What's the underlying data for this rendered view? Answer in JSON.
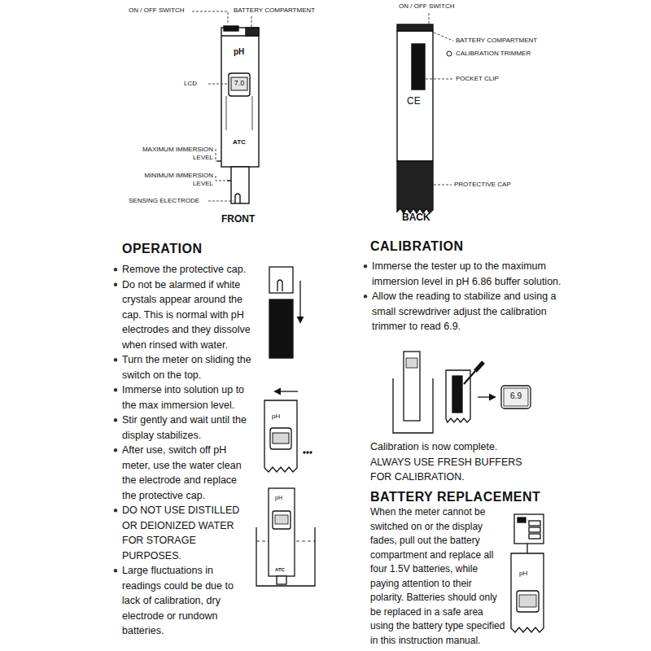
{
  "diagram": {
    "labels": [
      "ON / OFF SWITCH",
      "BATTERY COMPARTMENT",
      "pH",
      "LCD",
      "7.0",
      "ATC",
      "MAXIMUM IMMERSION LEVEL",
      "MINIMUM IMMERSION LEVEL",
      "SENSING ELECTRODE",
      "FRONT",
      "ON / OFF SWITCH",
      "BATTERY COMPARTMENT",
      "CALIBRATION TRIMMER",
      "POCKET CLIP",
      "CE",
      "PROTECTIVE CAP",
      "BACK",
      "OPERATION",
      "Remove the protective cap.",
      "Do not be alarmed if white crystals appear around the cap. This is normal with pH electrodes and they dissolve when rinsed with water.",
      "Turn the meter on sliding the switch on the top.",
      "Immerse into solution up to the max immersion level.",
      "Stir gently and wait until the display stabilizes.",
      "After use, switch off pH meter, use the water clean the electrode and replace the protective cap.",
      "DO NOT USE DISTILLED OR DEIONIZED WATER FOR STORAGE PURPOSES.",
      "Large fluctuations in readings could be due to lack of calibration, dry electrode or rundown batteries.",
      "pH",
      "pH",
      "ATC",
      "CALIBRATION",
      "Immerse the tester up to the maximum immersion level in pH 6.86 buffer solution.",
      "Allow the reading to stabilize and using a small screwdriver adjust the calibration trimmer to read 6.9.",
      "6.9",
      "Calibration is now complete.",
      "ALWAYS USE FRESH BUFFERS FOR CALIBRATION.",
      "BATTERY REPLACEMENT",
      "When the meter cannot be switched on or the display fades, pull out the battery compartment and replace all four 1.5V batteries, while paying attention to their polarity. Batteries should only be replaced in a safe area using the battery type specified in this instruction manual.",
      "pH"
    ]
  }
}
